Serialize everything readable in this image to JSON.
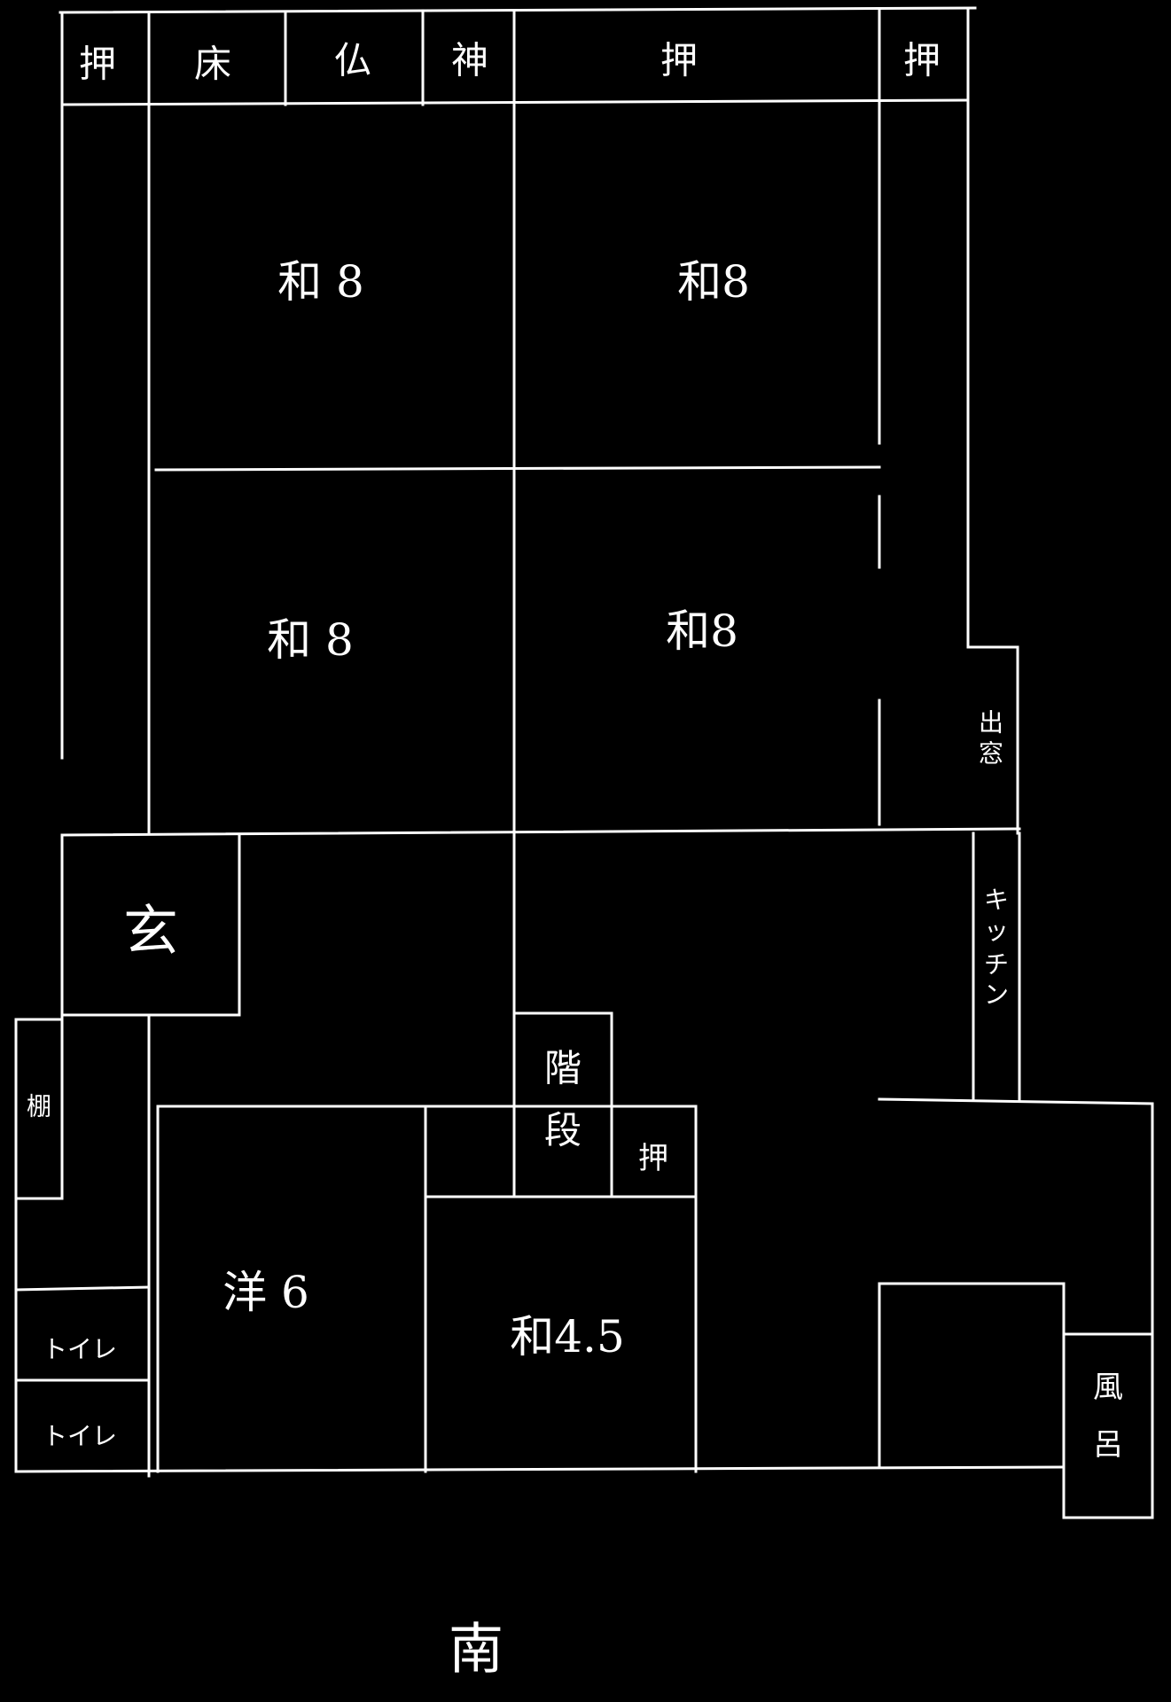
{
  "rooms": {
    "closet_top_left": "押",
    "tokonoma": "床",
    "butsuma": "仏",
    "kamidana": "神",
    "closet_top_mid": "押",
    "closet_top_right": "押",
    "washitsu_upper_left": "和 8",
    "washitsu_upper_right": "和8",
    "washitsu_lower_left": "和 8",
    "washitsu_lower_right": "和8",
    "bay_window": [
      "出",
      "窓"
    ],
    "genkan": "玄",
    "shelf": "棚",
    "kitchen": [
      "キ",
      "ッ",
      "チ",
      "ン"
    ],
    "stairs": [
      "階",
      "段"
    ],
    "closet_stairs": "押",
    "youshitsu": "洋 6",
    "washitsu_small": "和4.5",
    "toilet_upper": "トイレ",
    "toilet_lower": "トイレ",
    "bath": [
      "風",
      "呂"
    ]
  },
  "south_mark": "南"
}
